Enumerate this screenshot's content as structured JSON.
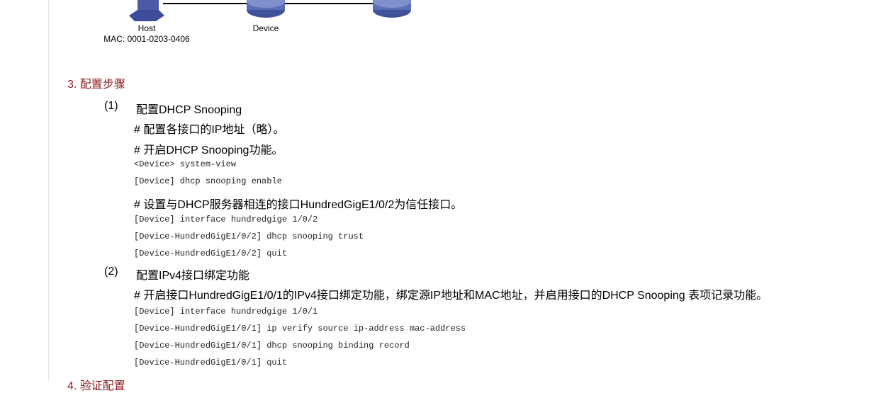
{
  "diagram": {
    "host_label": "Host",
    "host_mac": "MAC: 0001-0203-0406",
    "device_label": "Device"
  },
  "section3": {
    "heading": "3. 配置步骤",
    "step1": {
      "num": "(1)",
      "title": "配置DHCP Snooping",
      "lines": [
        "# 配置各接口的IP地址（略）。",
        "# 开启DHCP Snooping功能。",
        "<Device> system-view",
        "[Device] dhcp snooping enable",
        "# 设置与DHCP服务器相连的接口HundredGigE1/0/2为信任接口。",
        "[Device] interface hundredgige 1/0/2",
        "[Device-HundredGigE1/0/2] dhcp snooping trust",
        "[Device-HundredGigE1/0/2] quit"
      ]
    },
    "step2": {
      "num": "(2)",
      "title": "配置IPv4接口绑定功能",
      "lines": [
        "# 开启接口HundredGigE1/0/1的IPv4接口绑定功能，绑定源IP地址和MAC地址，并启用接口的DHCP Snooping 表项记录功能。",
        "[Device] interface hundredgige 1/0/1",
        "[Device-HundredGigE1/0/1] ip verify source ip-address mac-address",
        "[Device-HundredGigE1/0/1] dhcp snooping binding record",
        "[Device-HundredGigE1/0/1] quit"
      ]
    }
  },
  "section4": {
    "heading": "4. 验证配置"
  }
}
